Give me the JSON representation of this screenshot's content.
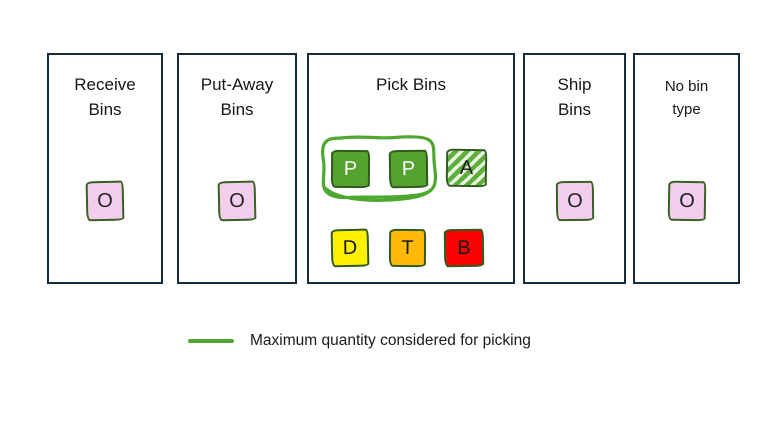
{
  "columns": [
    {
      "id": "receive",
      "line1": "Receive",
      "line2": "Bins",
      "bin": {
        "label": "O"
      }
    },
    {
      "id": "put-away",
      "line1": "Put-Away",
      "line2": "Bins",
      "bin": {
        "label": "O"
      }
    },
    {
      "id": "pick",
      "title": "Pick Bins",
      "bins_row1": [
        {
          "label": "P"
        },
        {
          "label": "P"
        },
        {
          "label": "A"
        }
      ],
      "bins_row2": [
        {
          "label": "D"
        },
        {
          "label": "T"
        },
        {
          "label": "B"
        }
      ]
    },
    {
      "id": "ship",
      "line1": "Ship",
      "line2": "Bins",
      "bin": {
        "label": "O"
      }
    },
    {
      "id": "no-type",
      "line1": "No bin",
      "line2": "type",
      "bin": {
        "label": "O"
      }
    }
  ],
  "legend": {
    "label": "Maximum quantity considered for picking",
    "line_color": "#4EA72E"
  },
  "colors": {
    "box_border": "#132B3D",
    "pink_bin": "#F2CEEC",
    "pink_bin_border": "#3A6023",
    "green_bin": "#55A32F",
    "green_bin_border": "#2F5B1D",
    "hatch_stripe": "#5FAE3C",
    "hatch_bg": "#E9F5E3",
    "yellow_bin": "#FFF101",
    "orange_bin": "#FFB90A",
    "red_bin": "#FE0101",
    "group_outline": "#4EA72E"
  }
}
